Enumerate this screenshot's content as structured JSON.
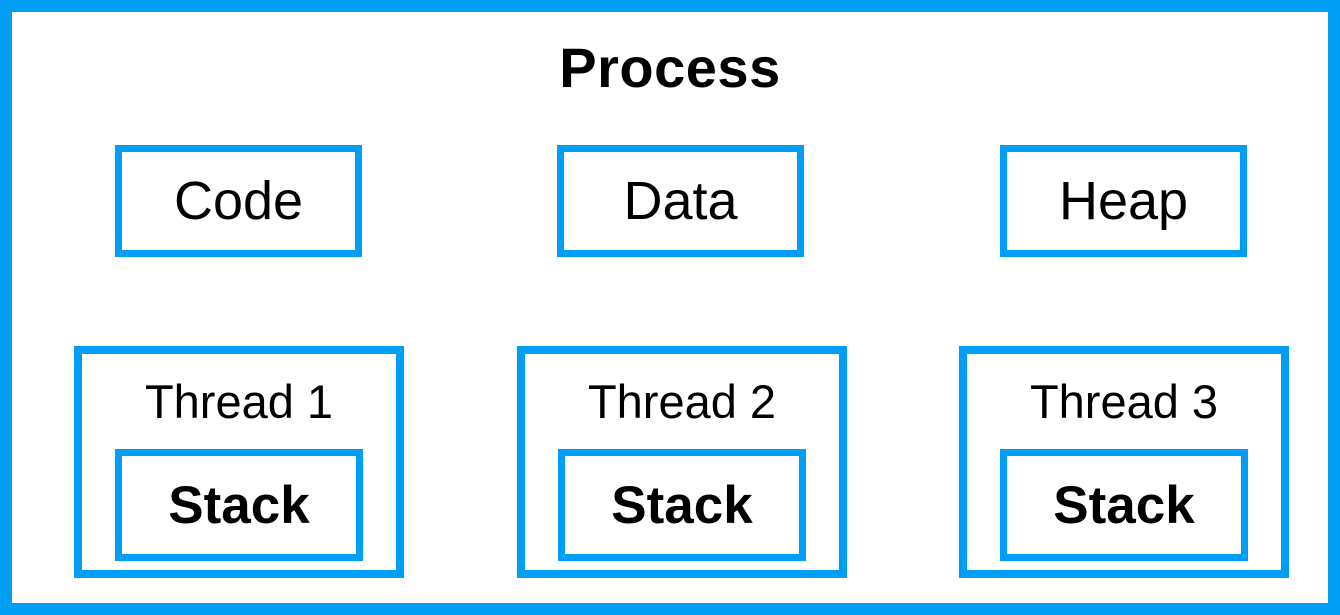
{
  "diagram": {
    "title": "Process",
    "colors": {
      "accent": "#009EF4",
      "text": "#000000",
      "background": "#FFFFFF"
    },
    "memory_sections": [
      {
        "label": "Code"
      },
      {
        "label": "Data"
      },
      {
        "label": "Heap"
      }
    ],
    "threads": [
      {
        "label": "Thread 1",
        "inner_label": "Stack"
      },
      {
        "label": "Thread 2",
        "inner_label": "Stack"
      },
      {
        "label": "Thread 3",
        "inner_label": "Stack"
      }
    ]
  }
}
